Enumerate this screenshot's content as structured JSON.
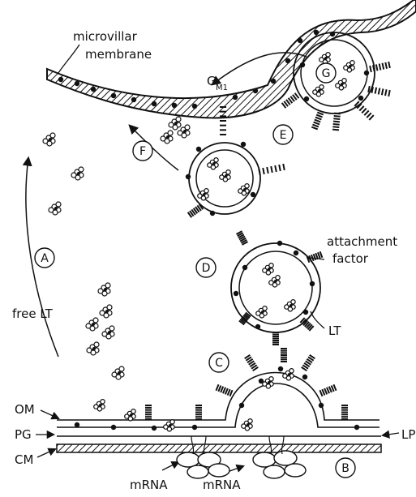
{
  "labels": {
    "microvillar": "microvillar",
    "membrane": "membrane",
    "gm1_g": "G",
    "gm1_sub": "M1",
    "attachment": "attachment",
    "factor": "factor",
    "lt": "LT",
    "free_lt": "free LT",
    "om": "OM",
    "pg": "PG",
    "cm": "CM",
    "lp": "LP",
    "mrna_left": "mRNA",
    "mrna_right": "mRNA"
  },
  "stages": {
    "a": "A",
    "b": "B",
    "c": "C",
    "d": "D",
    "e": "E",
    "f": "F",
    "g": "G"
  }
}
